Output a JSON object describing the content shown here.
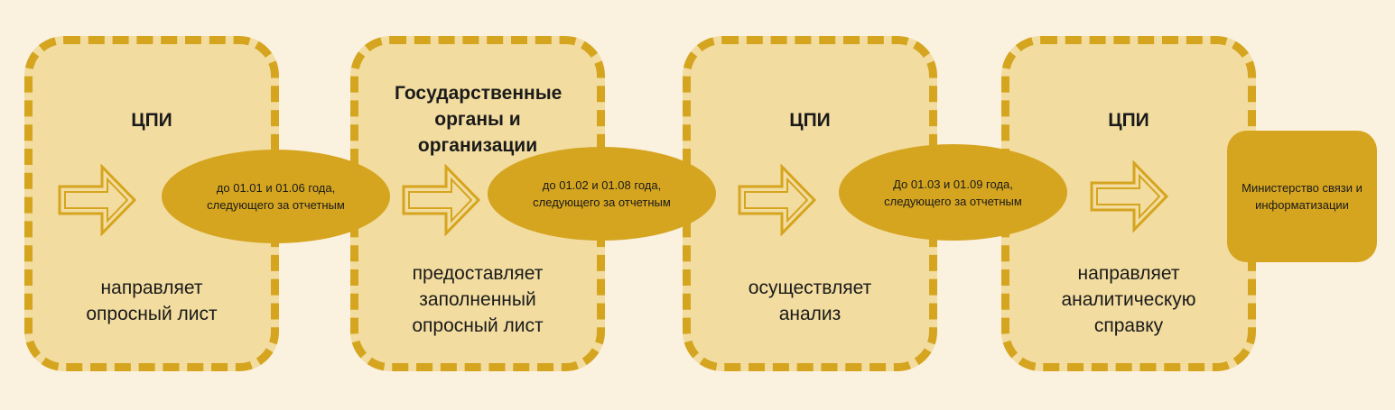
{
  "steps": [
    {
      "title": "ЦПИ",
      "action": "направляет опросный лист"
    },
    {
      "title": "Государственные органы и организации",
      "action": "предоставляет заполненный опросный лист"
    },
    {
      "title": "ЦПИ",
      "action": "осуществляет анализ"
    },
    {
      "title": "ЦПИ",
      "action": "направляет аналитическую справку"
    }
  ],
  "deadlines": [
    "до 01.01 и 01.06 года, следующего за отчетным",
    "до 01.02 и 01.08 года, следующего за отчетным",
    "До 01.03 и 01.09 года, следующего за отчетным"
  ],
  "final": {
    "label": "Министерство связи и информатизации"
  },
  "colors": {
    "background": "#fbf1df",
    "box_fill": "#f2dc9f",
    "accent": "#d5a520"
  }
}
